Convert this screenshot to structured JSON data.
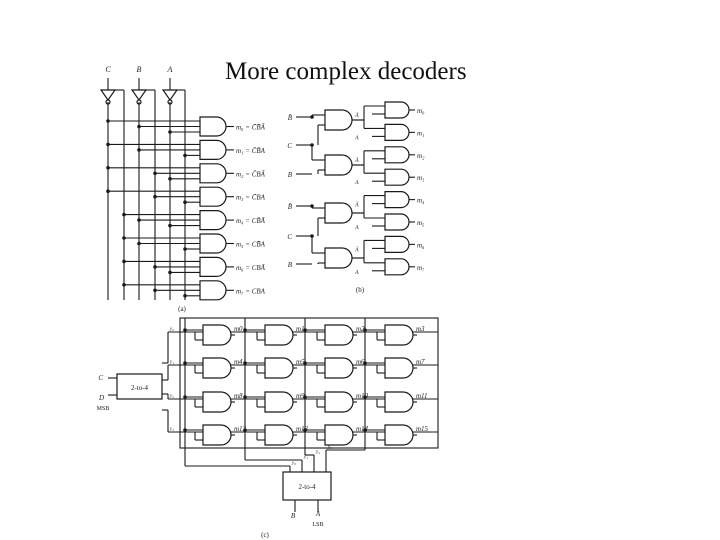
{
  "slide": {
    "title": "More complex decoders"
  },
  "diagram_a": {
    "caption": "(a)",
    "inputs": [
      "C",
      "B",
      "A"
    ],
    "outputs": [
      "m₀ = C̄B̄Ā",
      "m₁ = C̄B̄A",
      "m₂ = C̄BĀ",
      "m₃ = C̄BA",
      "m₄ = CB̄Ā",
      "m₅ = CB̄A",
      "m₆ = CBĀ",
      "m₇ = CBA"
    ]
  },
  "diagram_b": {
    "caption": "(b)",
    "inputs": [
      "B̄",
      "C",
      "B",
      "B̄",
      "C",
      "B"
    ],
    "literals": [
      "Ā",
      "A",
      "Ā",
      "A",
      "Ā",
      "A",
      "Ā",
      "A"
    ],
    "outputs": [
      "m₀",
      "m₁",
      "m₂",
      "m₃",
      "m₄",
      "m₅",
      "m₆",
      "m₇"
    ]
  },
  "diagram_c": {
    "caption": "(c)",
    "left_decoder": {
      "label": "2-to-4",
      "inputs": [
        "C",
        "D"
      ],
      "msb": "MSB",
      "outputs": [
        "y₀",
        "y₁",
        "y₂",
        "y₃"
      ]
    },
    "bottom_decoder": {
      "label": "2-to-4",
      "inputs": [
        "B",
        "A"
      ],
      "lsb": "LSB",
      "outputs": [
        "y₀",
        "y₁",
        "y₂",
        "y₃"
      ]
    },
    "outputs": [
      "m0",
      "m1",
      "m2",
      "m3",
      "m4",
      "m5",
      "m6",
      "m7",
      "m8",
      "m9",
      "m10",
      "m11",
      "m12",
      "m13",
      "m14",
      "m15"
    ]
  }
}
